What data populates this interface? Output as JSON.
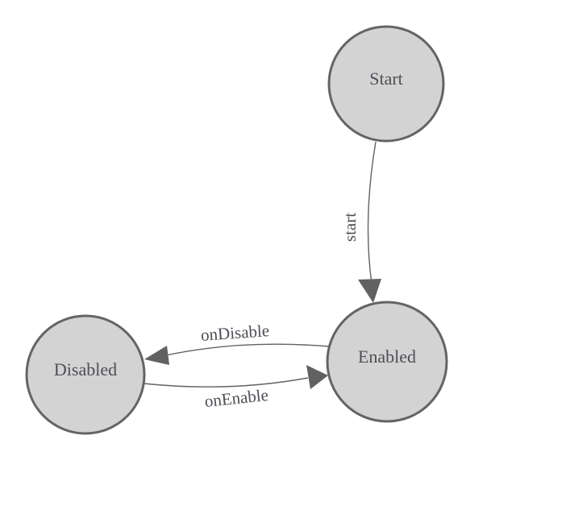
{
  "diagram": {
    "type": "state-machine",
    "background_color": "#ffffff",
    "node_fill": "#d3d3d3",
    "node_stroke": "#646464",
    "edge_color": "#616161",
    "label_color": "#4e4f56",
    "nodes": [
      {
        "id": "start",
        "label": "Start"
      },
      {
        "id": "enabled",
        "label": "Enabled"
      },
      {
        "id": "disabled",
        "label": "Disabled"
      }
    ],
    "edges": [
      {
        "from": "start",
        "to": "enabled",
        "label": "start"
      },
      {
        "from": "enabled",
        "to": "disabled",
        "label": "onDisable"
      },
      {
        "from": "disabled",
        "to": "enabled",
        "label": "onEnable"
      }
    ]
  }
}
